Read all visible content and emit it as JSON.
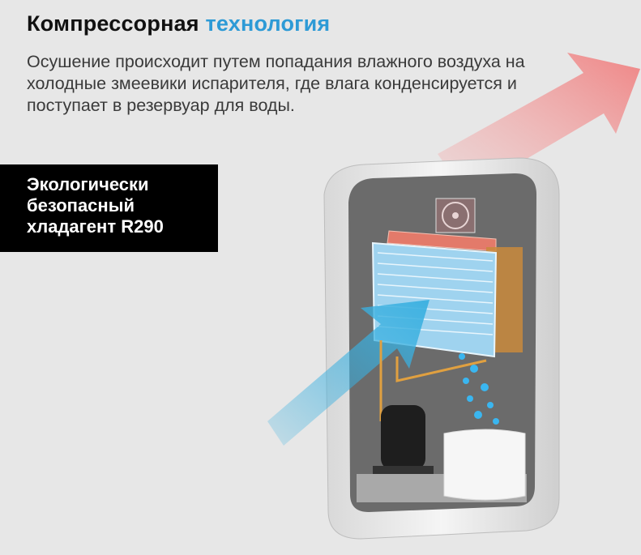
{
  "header": {
    "title_main": "Компрессорная",
    "title_accent": "технология",
    "description": "Осушение происходит путем попадания влажного воздуха на холодные змеевики испарителя, где влага конденсируется и поступает в резервуар для воды."
  },
  "badge": {
    "line1": "Экологически",
    "line2": "безопасный",
    "line3": "хладагент R290"
  },
  "colors": {
    "accent": "#2d9ad6",
    "background": "#e7e7e7",
    "badge_bg": "#000000"
  }
}
